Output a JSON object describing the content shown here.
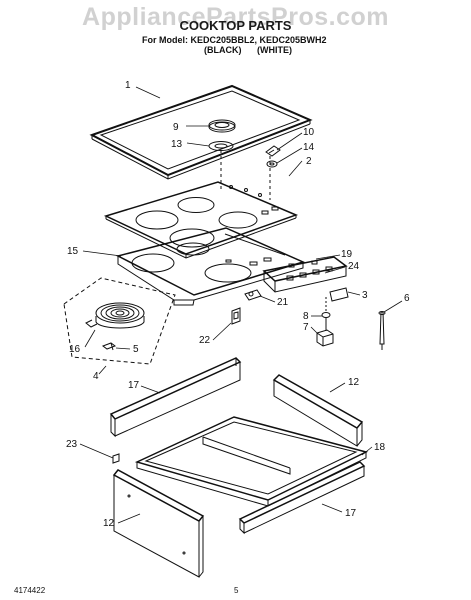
{
  "header": {
    "watermark": "AppliancePartsPros.com",
    "title": "COOKTOP PARTS",
    "model_line": "For Model: KEDC205BBL2, KEDC205BWH2",
    "variant_black": "(BLACK)",
    "variant_white": "(WHITE)"
  },
  "callouts": {
    "c1": "1",
    "c9": "9",
    "c13": "13",
    "c10": "10",
    "c14": "14",
    "c2": "2",
    "c15": "15",
    "c19": "19",
    "c24": "24",
    "c3": "3",
    "c6": "6",
    "c21": "21",
    "c8": "8",
    "c7": "7",
    "c22": "22",
    "c16": "16",
    "c5": "5",
    "c4": "4",
    "c17a": "17",
    "c12a": "12",
    "c23": "23",
    "c18": "18",
    "c12b": "12",
    "c17b": "17"
  },
  "footer": {
    "part_number": "4174422",
    "page": "5"
  }
}
